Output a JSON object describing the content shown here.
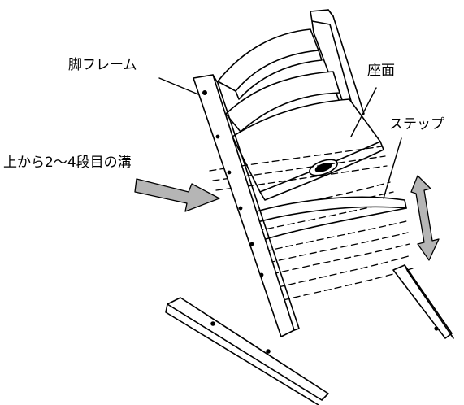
{
  "labels": {
    "leg_frame": "脚フレーム",
    "seat": "座面",
    "step": "ステップ",
    "groove": "上から2〜4段目の溝"
  },
  "colors": {
    "line": "#000000",
    "arrow_fill": "#b5b5b5",
    "background": "#ffffff"
  }
}
